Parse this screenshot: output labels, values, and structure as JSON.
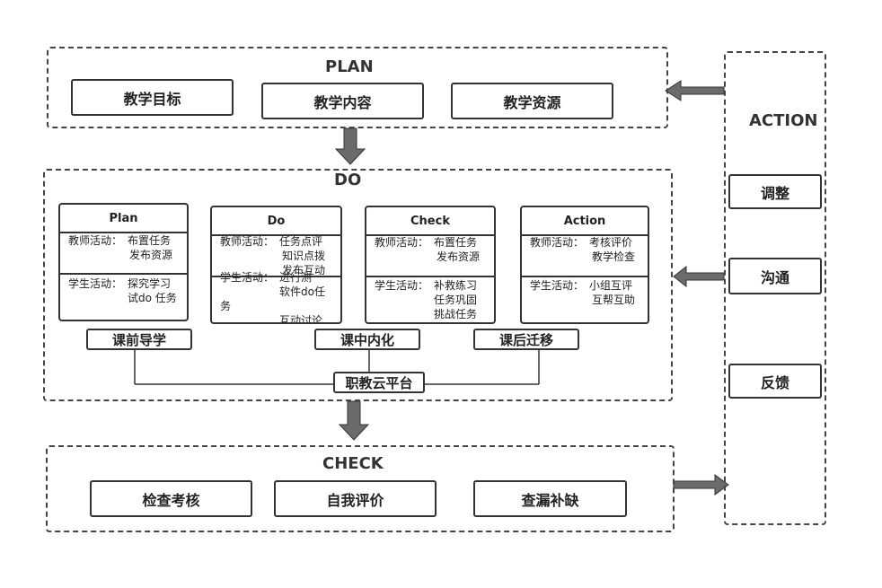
{
  "plan": {
    "title": "PLAN",
    "items": [
      "教学目标",
      "教学内容",
      "教学资源"
    ]
  },
  "do": {
    "title": "DO",
    "cards": [
      {
        "title": "Plan",
        "teacher": {
          "prefix": "教师活动：",
          "lines": [
            "布置任务",
            "发布资源"
          ]
        },
        "student": {
          "prefix": "学生活动：",
          "lines": [
            "探究学习",
            "试do 任务"
          ]
        }
      },
      {
        "title": "Do",
        "teacher": {
          "prefix": "教师活动：",
          "lines": [
            "任务点评",
            "知识点拨",
            "发布互动"
          ]
        },
        "student": {
          "prefix": "学生活动：",
          "lines": [
            "进行测",
            "软件do任",
            "务",
            "互动讨论"
          ]
        }
      },
      {
        "title": "Check",
        "teacher": {
          "prefix": "教师活动：",
          "lines": [
            "布置任务",
            "发布资源"
          ]
        },
        "student": {
          "prefix": "学生活动：",
          "lines": [
            "补救练习",
            "任务巩固",
            "挑战任务"
          ]
        }
      },
      {
        "title": "Action",
        "teacher": {
          "prefix": "教师活动：",
          "lines": [
            "考核评价",
            "教学检查"
          ]
        },
        "student": {
          "prefix": "学生活动：",
          "lines": [
            "小组互评",
            "互帮互助"
          ]
        }
      }
    ],
    "stages": [
      "课前导学",
      "课中内化",
      "课后迁移"
    ],
    "platform": "职教云平台"
  },
  "check": {
    "title": "CHECK",
    "items": [
      "检查考核",
      "自我评价",
      "查漏补缺"
    ]
  },
  "action": {
    "title": "ACTION",
    "items": [
      "调整",
      "沟通",
      "反馈"
    ]
  },
  "colors": {
    "arrow_fill": "#6b6b6b",
    "border": "#333333"
  }
}
